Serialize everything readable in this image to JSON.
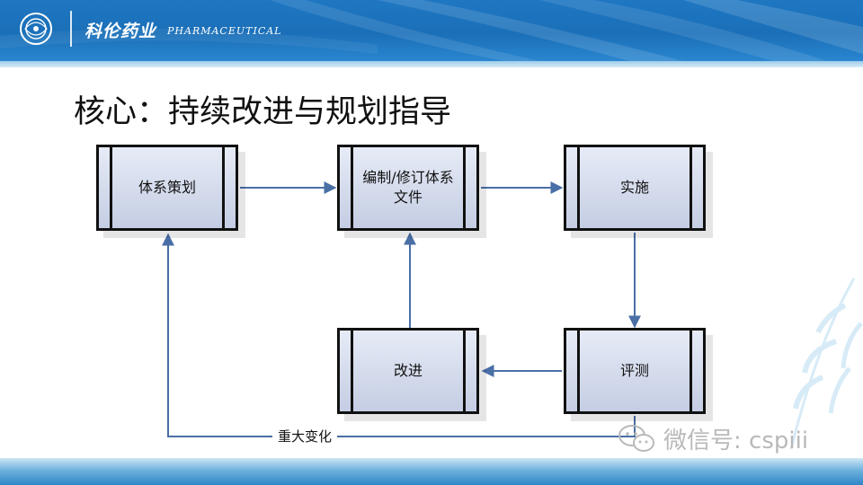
{
  "header": {
    "brand_cn": "科伦药业",
    "brand_en": "PHARMACEUTICAL",
    "colors": {
      "primary": "#1f77c2",
      "accent_light": "#9ecbe9"
    }
  },
  "slide": {
    "title": "核心：持续改进与规划指导"
  },
  "diagram": {
    "nodes": [
      {
        "id": "planning",
        "label": "体系策划"
      },
      {
        "id": "documents",
        "label": "编制/修订体系文件"
      },
      {
        "id": "implementation",
        "label": "实施"
      },
      {
        "id": "evaluation",
        "label": "评测"
      },
      {
        "id": "improvement",
        "label": "改进"
      }
    ],
    "edges": [
      {
        "from": "planning",
        "to": "documents"
      },
      {
        "from": "documents",
        "to": "implementation"
      },
      {
        "from": "implementation",
        "to": "evaluation"
      },
      {
        "from": "evaluation",
        "to": "improvement"
      },
      {
        "from": "improvement",
        "to": "documents"
      },
      {
        "from": "evaluation",
        "to": "planning",
        "label": "重大变化"
      }
    ],
    "colors": {
      "edge": "#4a6fa6",
      "node_fill_top": "#e6ebf6",
      "node_fill_bottom": "#c4cde3"
    }
  },
  "watermark": {
    "icon": "wechat-icon",
    "text": "微信号: cspiii"
  }
}
